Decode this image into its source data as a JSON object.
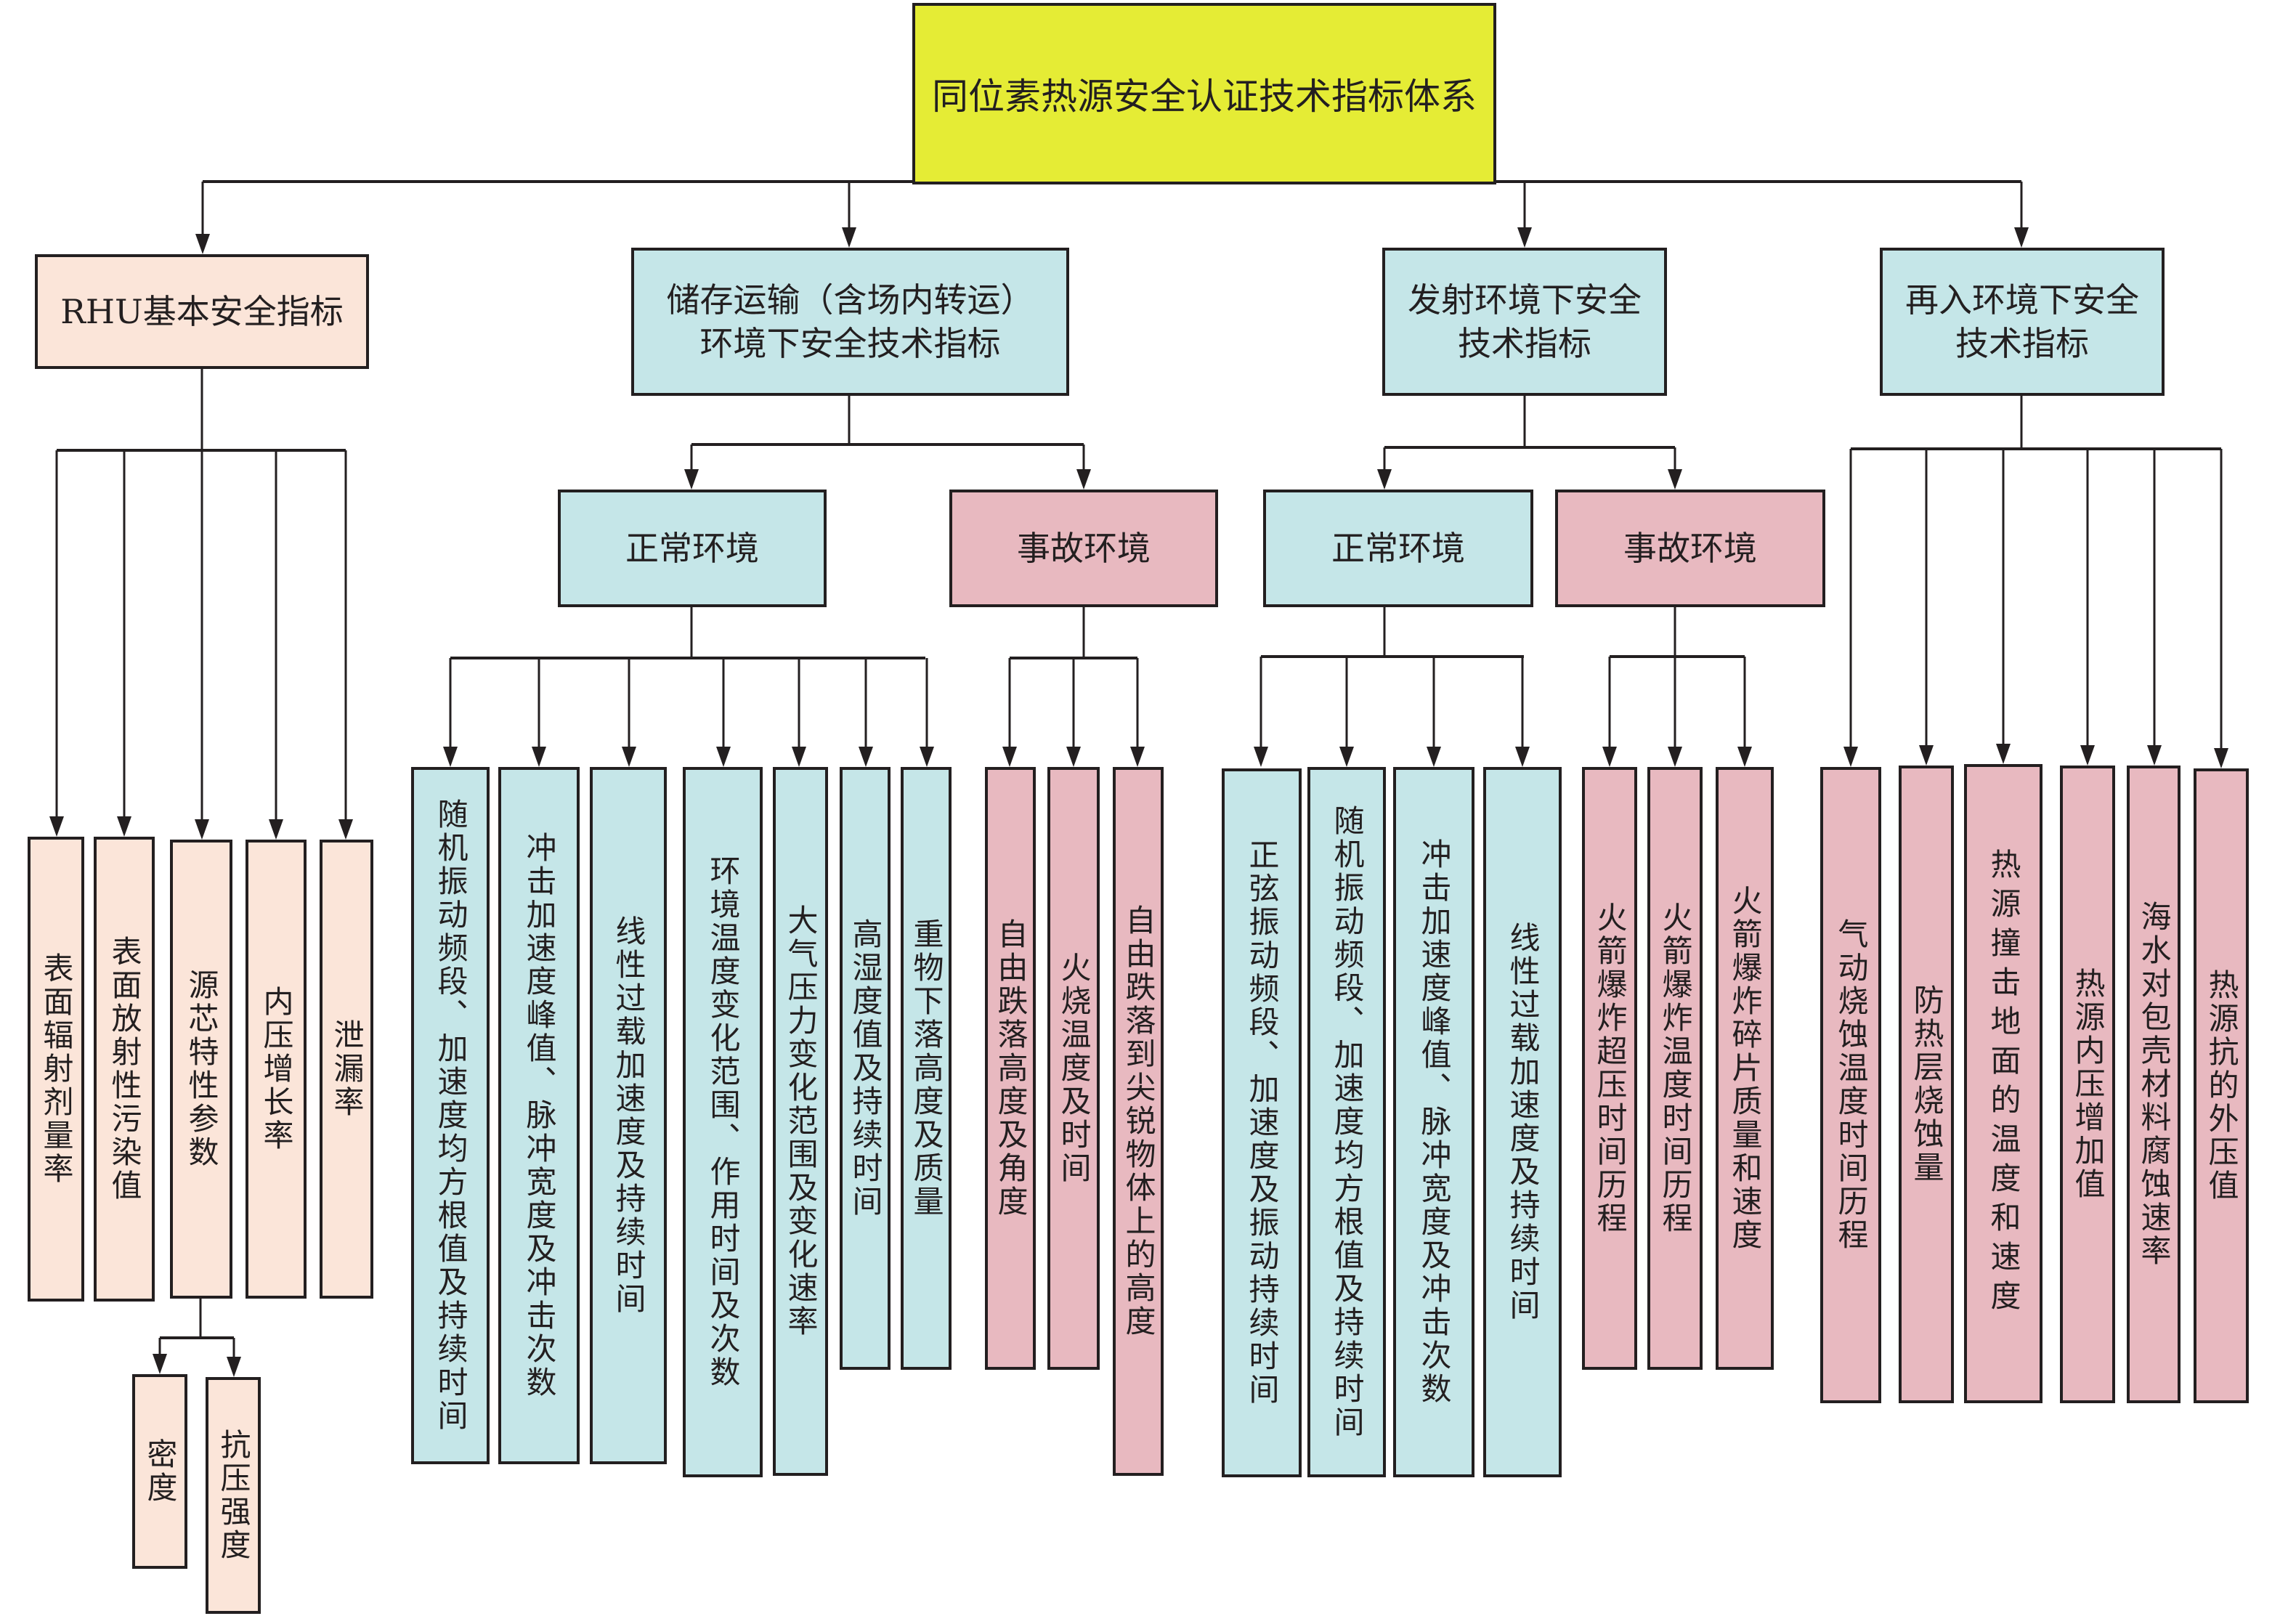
{
  "root": {
    "label": "同位素热源安全认证技术指标体系",
    "color": "#e5ec35"
  },
  "colors": {
    "basic": "#fbe5d9",
    "normal": "#c5e6e8",
    "accident": "#e8b9c0",
    "line": "#231f20"
  },
  "branches": {
    "rhu": {
      "label": "RHU基本安全指标",
      "leaves": [
        "表面辐射剂量率",
        "表面放射性污染值",
        "源芯特性参数",
        "内压增长率",
        "泄漏率"
      ],
      "core_children": [
        "密度",
        "抗压强度"
      ]
    },
    "storage": {
      "label_line1": "储存运输（含场内转运）",
      "label_line2": "环境下安全技术指标",
      "normal": {
        "label": "正常环境",
        "leaves": [
          "随机振动频段、加速度均方根值及持续时间",
          "冲击加速度峰值、脉冲宽度及冲击次数",
          "线性过载加速度及持续时间",
          "环境温度变化范围、作用时间及次数",
          "大气压力变化范围及变化速率",
          "高湿度值及持续时间",
          "重物下落高度及质量"
        ]
      },
      "accident": {
        "label": "事故环境",
        "leaves": [
          "自由跌落高度及角度",
          "火烧温度及时间",
          "自由跌落到尖锐物体上的高度"
        ]
      }
    },
    "launch": {
      "label_line1": "发射环境下安全",
      "label_line2": "技术指标",
      "normal": {
        "label": "正常环境",
        "leaves": [
          "正弦振动频段、加速度及振动持续时间",
          "随机振动频段、加速度均方根值及持续时间",
          "冲击加速度峰值、脉冲宽度及冲击次数",
          "线性过载加速度及持续时间"
        ]
      },
      "accident": {
        "label": "事故环境",
        "leaves": [
          "火箭爆炸超压时间历程",
          "火箭爆炸温度时间历程",
          "火箭爆炸碎片质量和速度"
        ]
      }
    },
    "reentry": {
      "label_line1": "再入环境下安全",
      "label_line2": "技术指标",
      "leaves": [
        "气动烧蚀温度时间历程",
        "防热层烧蚀量",
        "热源撞击地面的温度和速度",
        "热源内压增加值",
        "海水对包壳材料腐蚀速率",
        "热源抗的外压值"
      ]
    }
  }
}
